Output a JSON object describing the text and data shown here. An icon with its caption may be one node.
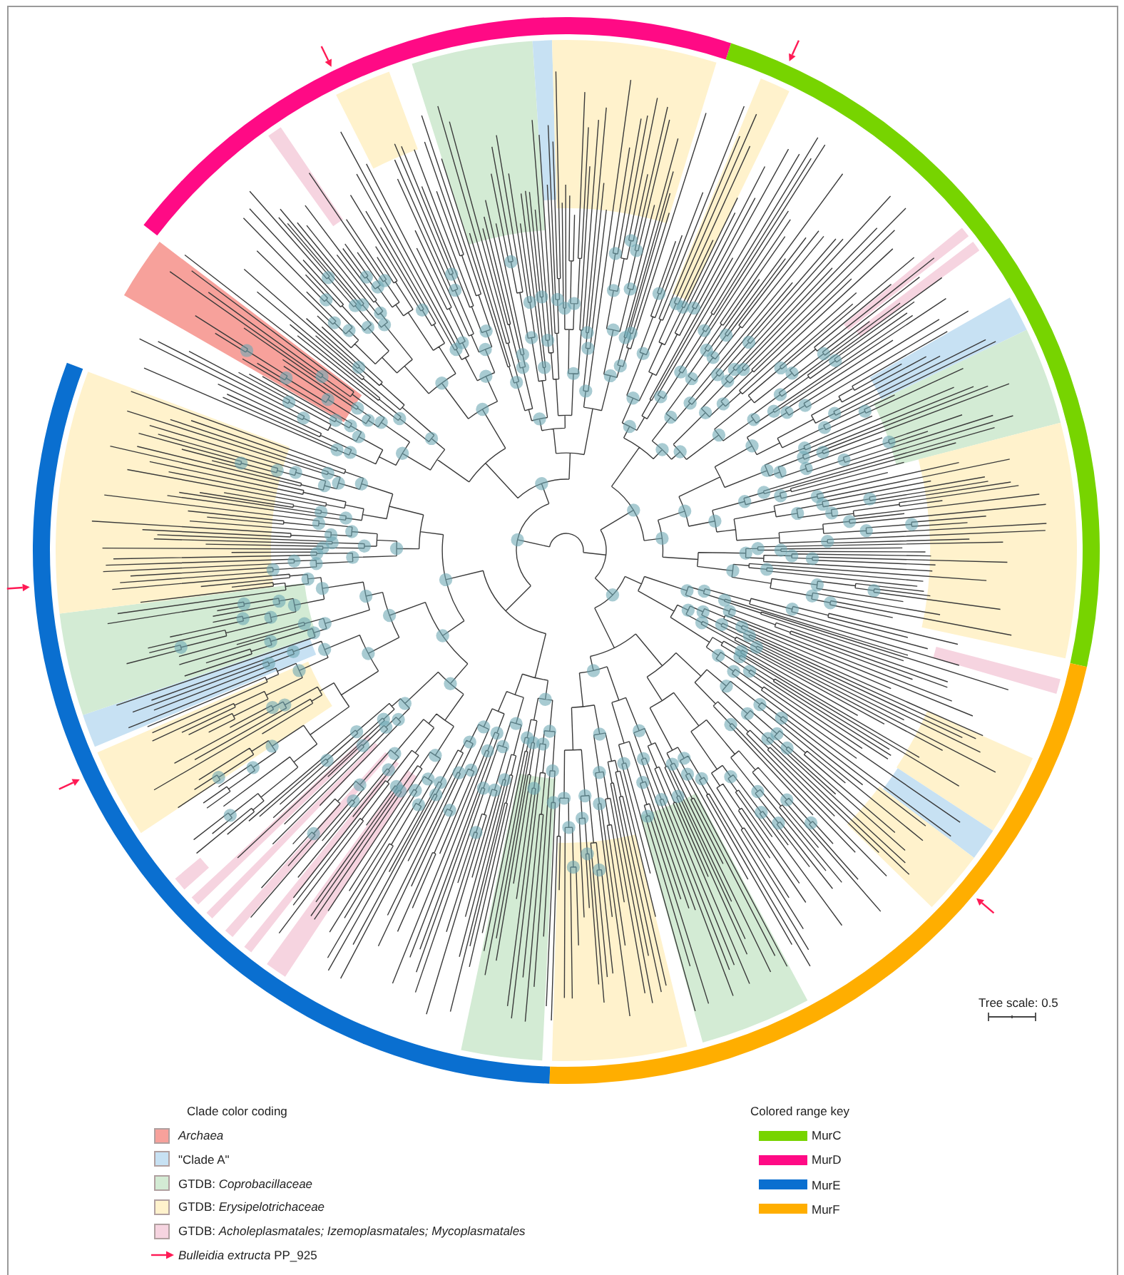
{
  "diagram": {
    "labels": [
      "Tree scale: 0.5",
      "Clade color coding",
      "Colored range key"
    ],
    "legend": [
      {
        "text": "Archaea",
        "color": "#f7a19b"
      },
      {
        "text": "\"Clade A\"",
        "color": "#c7e1f3"
      },
      {
        "text": "GTDB: *Coprobacillaceae*",
        "color": "#d3ebd4"
      },
      {
        "text": "GTDB: *Erysipelotrichaceae*",
        "color": "#fff2cc"
      },
      {
        "text": "GTDB: *Acholeplasmatales; Izemoplasmatales; Mycoplasmatales*",
        "color": "#f6d4e0"
      },
      {
        "text": "*Bulleidia extructa* PP_925"
      },
      {
        "text": "MurC",
        "color": "#77d400"
      },
      {
        "text": "MurD",
        "color": "#ff0a85"
      },
      {
        "text": "MurE",
        "color": "#0a6fd0"
      },
      {
        "text": "MurF",
        "color": "#ffae00"
      }
    ]
  }
}
